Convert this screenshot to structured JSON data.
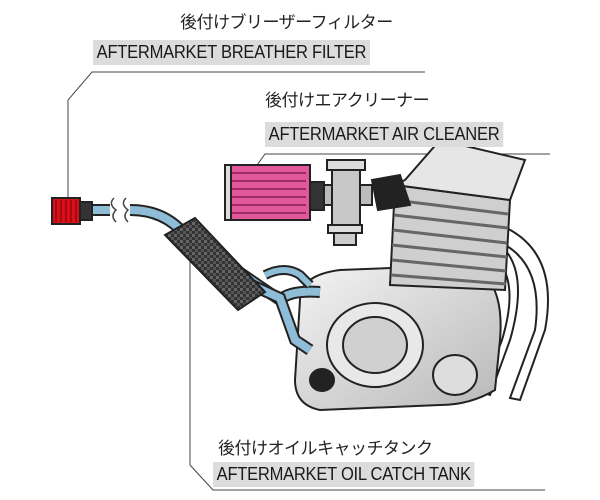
{
  "labels": {
    "breather_filter": {
      "jp": "後付けブリーザーフィルター",
      "en": "AFTERMARKET BREATHER FILTER"
    },
    "air_cleaner": {
      "jp": "後付けエアクリーナー",
      "en": "AFTERMARKET AIR CLEANER"
    },
    "oil_catch_tank": {
      "jp": "後付けオイルキャッチタンク",
      "en": "AFTERMARKET OIL CATCH TANK"
    }
  },
  "colors": {
    "breather": "#d8101a",
    "air_cleaner": "#e0579a",
    "hose": "#8fbcd6",
    "engine": "#d6d6d6",
    "label_bg": "#dcdcdc"
  }
}
